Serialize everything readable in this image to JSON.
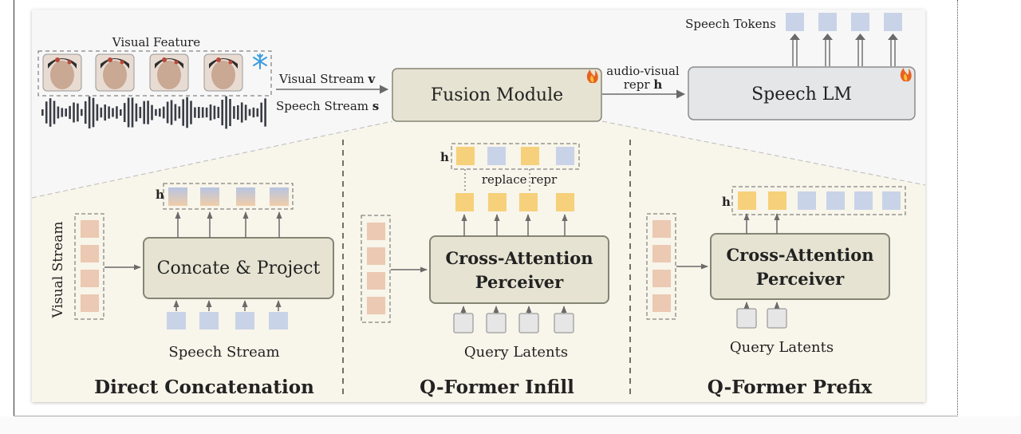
{
  "top": {
    "visual_feature_label": "Visual Feature",
    "visual_stream_label": "Visual Stream",
    "visual_stream_var": "v",
    "speech_stream_label": "Speech Stream",
    "speech_stream_var": "s",
    "fusion_module_label": "Fusion Module",
    "av_repr_line1": "audio-visual",
    "av_repr_line2": "repr",
    "av_repr_var": "h",
    "speech_lm_label": "Speech LM",
    "speech_tokens_label": "Speech Tokens"
  },
  "panels": {
    "direct": {
      "title": "Direct Concatenation",
      "module_label": "Concate & Project",
      "side_label": "Visual Stream",
      "bottom_label": "Speech Stream",
      "h_label": "h"
    },
    "infill": {
      "title": "Q-Former Infill",
      "module_line1": "Cross-Attention",
      "module_line2": "Perceiver",
      "bottom_label": "Query Latents",
      "h_label": "h",
      "replace_label": "replace repr"
    },
    "prefix": {
      "title": "Q-Former Prefix",
      "module_line1": "Cross-Attention",
      "module_line2": "Perceiver",
      "bottom_label": "Query Latents",
      "h_label": "h"
    }
  },
  "icons": {
    "frozen": "snowflake-icon",
    "trainable": "flame-icon"
  },
  "colors": {
    "module_fill": "#e6e3d2",
    "module_stroke": "#858575",
    "speech_lm_fill": "#e5e6e7",
    "token_blue": "#c9d3e8",
    "visual_tan": "#ebc9b2",
    "query_yellow": "#f6d07a",
    "latent_gray": "#e6e6e6",
    "panel_bg": "#f8f5ea",
    "arrow": "#6a6a6a"
  }
}
